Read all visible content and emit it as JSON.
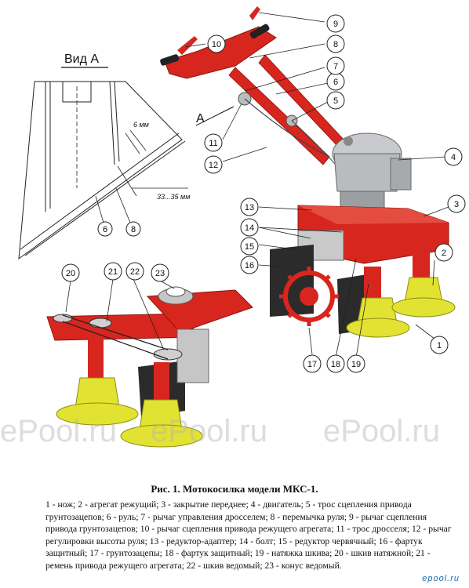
{
  "figure": {
    "view_label": "Вид А",
    "view_marker": "А",
    "dim_gap": "6 мм",
    "dim_range": "33...35 мм",
    "view_callouts": [
      "6",
      "8"
    ],
    "callouts": [
      "1",
      "2",
      "3",
      "4",
      "5",
      "6",
      "7",
      "8",
      "9",
      "10",
      "11",
      "12",
      "13",
      "14",
      "15",
      "16",
      "17",
      "18",
      "19",
      "20",
      "21",
      "22",
      "23"
    ]
  },
  "caption": {
    "title": "Рис. 1. Мотокосилка модели МКС-1.",
    "legend": "1 - нож; 2 - агрегат режущий; 3 - закрытие переднее; 4 - двигатель; 5 - трос сцепления привода грунтозацепов; 6 - руль; 7 - рычаг управления дросселем; 8 - перемычка руля; 9 - рычаг сцепления привода грунтозацепов; 10 - рычаг сцепления привода режущего агрегата; 11 - трос дросселя; 12 - рычаг регулировки высоты руля; 13 - редуктор-адаптер; 14 - болт; 15 - редуктор червячный; 16 - фартук защитный; 17 - грунтозацепы; 18 - фартук защитный; 19 - натяжка шкива; 20 - шкив натяжной; 21 - ремень привода режущего агрегата; 22 - шкив ведомый; 23 - конус ведомый."
  },
  "watermarks": [
    "ePool.ru",
    "ePool.ru",
    "ePool.ru"
  ],
  "logo": "epool.ru",
  "colors": {
    "frame_red": "#d7261e",
    "cone_yellow": "#e2e232",
    "engine_grey": "#b9bcbf"
  }
}
